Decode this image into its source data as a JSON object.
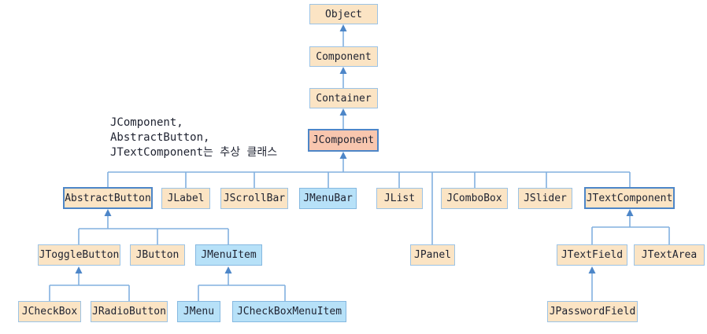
{
  "diagram": {
    "kind": "class-hierarchy",
    "annotation": {
      "line1": "JComponent,",
      "line2": "AbstractButton,",
      "line3": "JTextComponent는 추상 클래스"
    },
    "nodes": [
      {
        "label": "Object",
        "style": "peach"
      },
      {
        "label": "Component",
        "style": "peach"
      },
      {
        "label": "Container",
        "style": "peach"
      },
      {
        "label": "JComponent",
        "style": "salmon-emphasized"
      },
      {
        "label": "AbstractButton",
        "style": "peach-emphasized"
      },
      {
        "label": "JLabel",
        "style": "peach"
      },
      {
        "label": "JScrollBar",
        "style": "peach"
      },
      {
        "label": "JMenuBar",
        "style": "blue"
      },
      {
        "label": "JList",
        "style": "peach"
      },
      {
        "label": "JComboBox",
        "style": "peach"
      },
      {
        "label": "JSlider",
        "style": "peach"
      },
      {
        "label": "JTextComponent",
        "style": "peach-emphasized"
      },
      {
        "label": "JToggleButton",
        "style": "peach"
      },
      {
        "label": "JButton",
        "style": "peach"
      },
      {
        "label": "JMenuItem",
        "style": "blue"
      },
      {
        "label": "JPanel",
        "style": "peach"
      },
      {
        "label": "JTextField",
        "style": "peach"
      },
      {
        "label": "JTextArea",
        "style": "peach"
      },
      {
        "label": "JCheckBox",
        "style": "peach"
      },
      {
        "label": "JRadioButton",
        "style": "peach"
      },
      {
        "label": "JMenu",
        "style": "blue"
      },
      {
        "label": "JCheckBoxMenuItem",
        "style": "blue"
      },
      {
        "label": "JPasswordField",
        "style": "peach"
      }
    ],
    "edges": [
      "Component->Object",
      "Container->Component",
      "JComponent->Container",
      "AbstractButton->JComponent",
      "JLabel->JComponent",
      "JScrollBar->JComponent",
      "JMenuBar->JComponent",
      "JList->JComponent",
      "JPanel->JComponent",
      "JComboBox->JComponent",
      "JSlider->JComponent",
      "JTextComponent->JComponent",
      "JToggleButton->AbstractButton",
      "JButton->AbstractButton",
      "JMenuItem->AbstractButton",
      "JCheckBox->JToggleButton",
      "JRadioButton->JToggleButton",
      "JMenu->JMenuItem",
      "JCheckBoxMenuItem->JMenuItem",
      "JTextField->JTextComponent",
      "JTextArea->JTextComponent",
      "JPasswordField->JTextField"
    ],
    "colors": {
      "box_fill": "#FBE4C4",
      "box_border": "#9CC3E5",
      "blue_fill": "#B7E1F8",
      "salmon_fill": "#F8C6AE",
      "emphasis_border": "#4D86C8",
      "line": "#82B1DF",
      "arrow": "#4D86C8",
      "text": "#1E2230"
    }
  }
}
